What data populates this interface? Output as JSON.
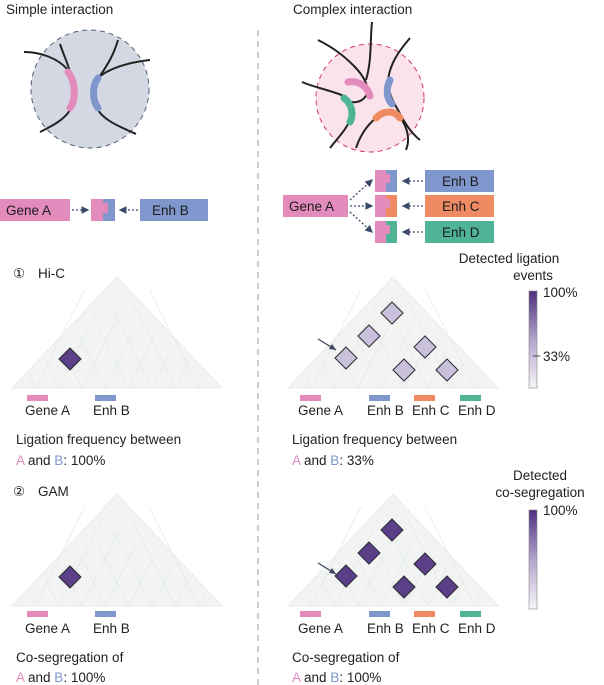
{
  "titles": {
    "left": "Simple interaction",
    "right": "Complex interaction"
  },
  "genes": {
    "gene_a": "Gene A",
    "enh_b": "Enh B",
    "enh_c": "Enh C",
    "enh_d": "Enh D"
  },
  "sections": {
    "hic": {
      "number": "①",
      "label": "Hi-C"
    },
    "gam": {
      "number": "②",
      "label": "GAM"
    }
  },
  "legend_hic": {
    "title_line1": "Detected ligation",
    "title_line2": "events",
    "max": "100%",
    "mid": "33%"
  },
  "legend_gam": {
    "title_line1": "Detected",
    "title_line2": "co-segregation",
    "max": "100%"
  },
  "captions": {
    "left_hic_line1": "Ligation frequency between",
    "right_hic_line1": "Ligation frequency between",
    "left_gam_line1": "Co-segregation of",
    "right_gam_line1": "Co-segregation of",
    "a": "A",
    "and": " and ",
    "b": "B",
    "left_hic_value": ": 100%",
    "right_hic_value": ": 33%",
    "left_gam_value": ": 100%",
    "right_gam_value": ": 100%"
  },
  "colors": {
    "gene_a": "#e38bbd",
    "enh_b": "#7f97cc",
    "enh_c": "#ee8b62",
    "enh_d": "#4fb395",
    "strong": "#5b3f87",
    "weak": "#c9c0da",
    "matrix": "#f1f4f3"
  },
  "contact_values": {
    "left_hic": 1.0,
    "right_hic": 0.33,
    "left_gam": 1.0,
    "right_gam": 1.0
  }
}
